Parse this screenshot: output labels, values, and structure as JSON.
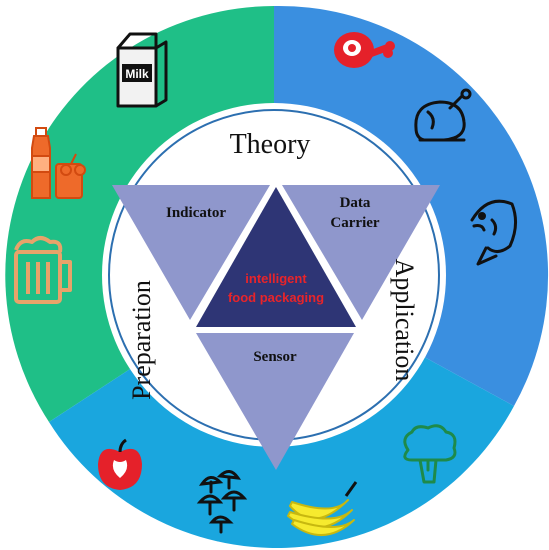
{
  "ring_labels": {
    "top": "Theory",
    "right": "Application",
    "left": "Preparation"
  },
  "triangles": {
    "indicator": "Indicator",
    "data_carrier_line1": "Data",
    "data_carrier_line2": "Carrier",
    "sensor": "Sensor",
    "center_line1": "intelligent",
    "center_line2": "food packaging"
  },
  "icons": {
    "milk_text": "Milk"
  },
  "colors": {
    "ring_green": "#1fbf87",
    "ring_blue": "#3a8fe0",
    "ring_cyan": "#1aa6de",
    "ring_border": "#2c6fb0",
    "triangle_light": "#8f97cc",
    "triangle_dark": "#2e3575",
    "center_text": "#e8242a"
  }
}
